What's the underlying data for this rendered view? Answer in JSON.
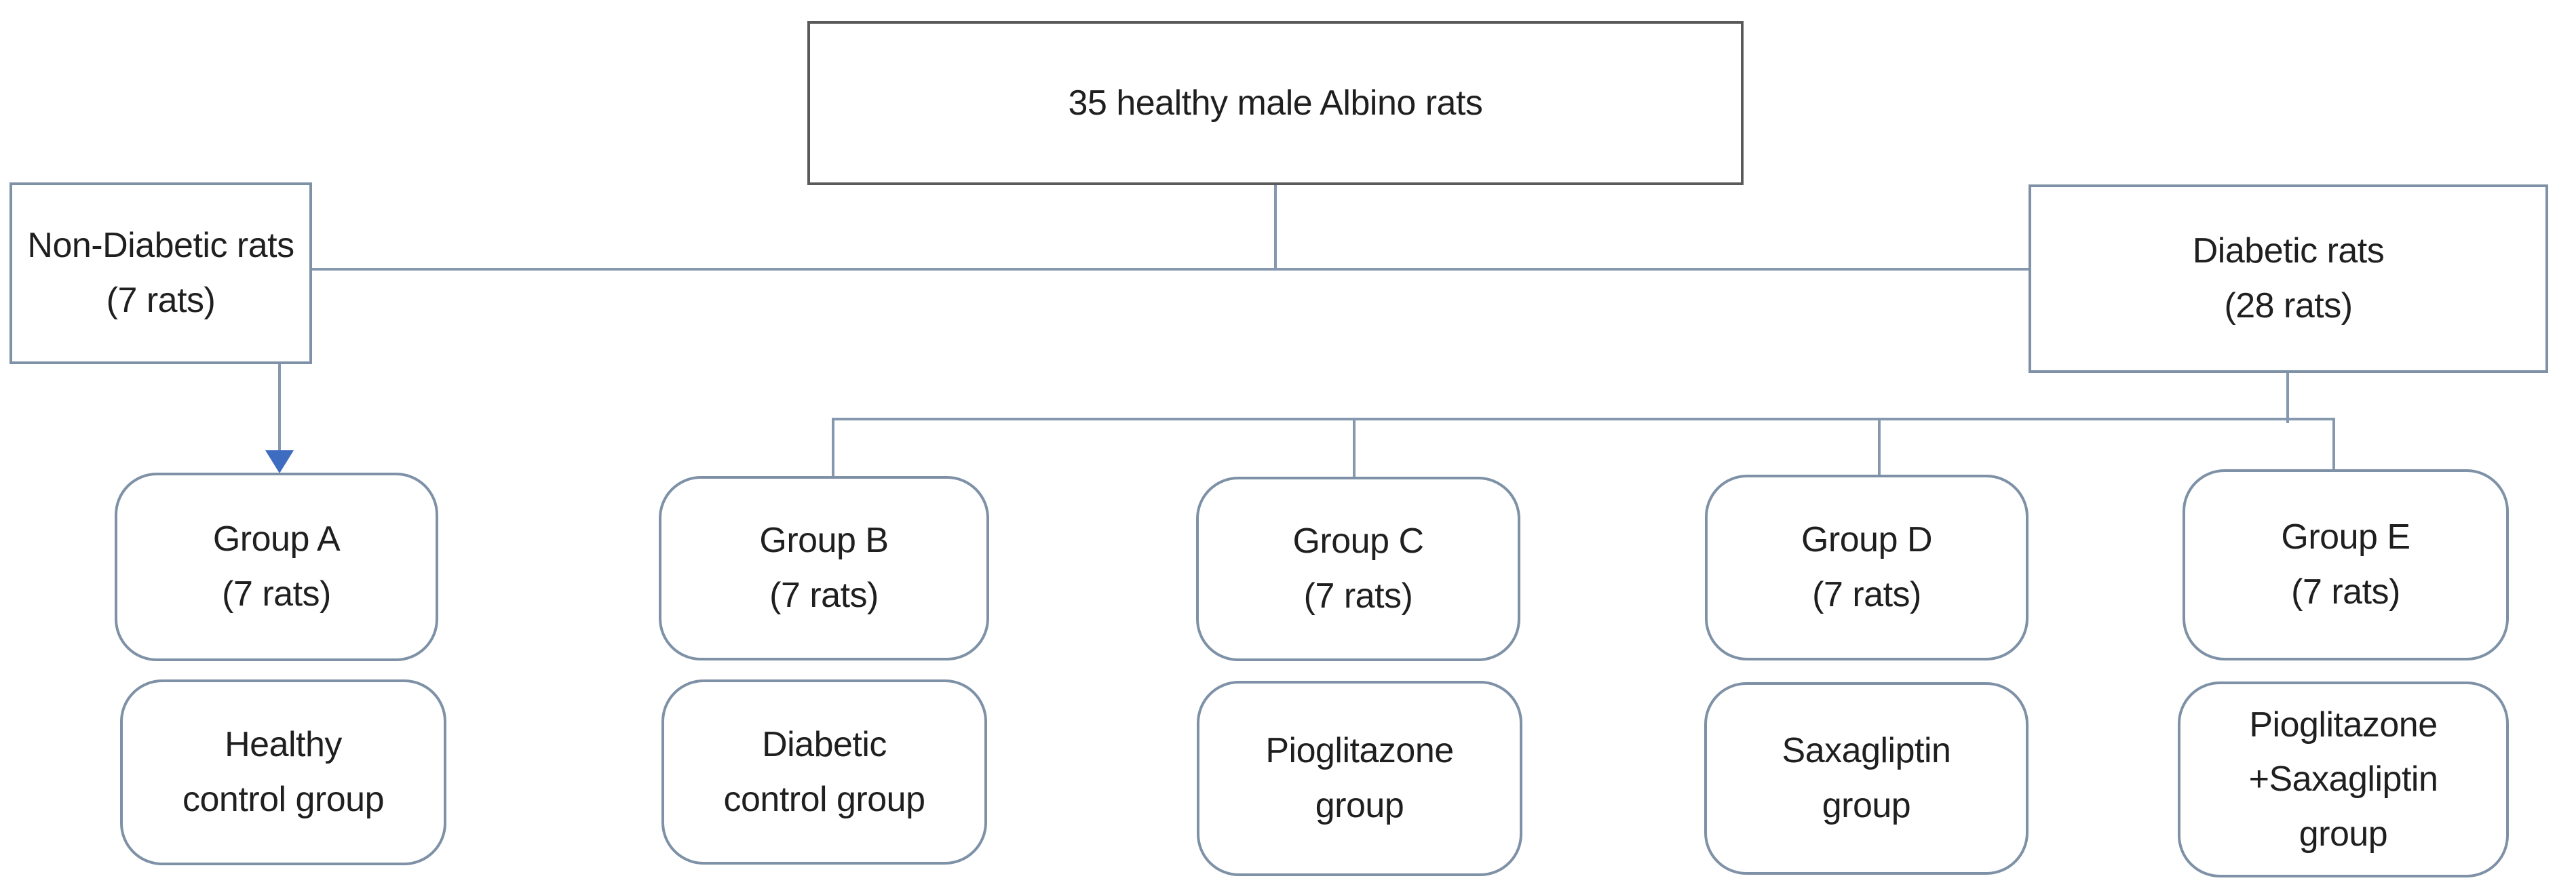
{
  "diagram": {
    "type": "study-design-flowchart",
    "colors": {
      "background": "#ffffff",
      "text": "#1f1f1f",
      "root_box_border": "#5a5a5a",
      "node_border": "#7e91a6",
      "connector": "#8598ae",
      "arrow": "#3e6cc0"
    },
    "root": {
      "label": "35 healthy male Albino rats"
    },
    "branches": [
      {
        "id": "non-diabetic",
        "title": "Non-Diabetic rats",
        "subtitle": "(7 rats)",
        "parent": "root"
      },
      {
        "id": "diabetic",
        "title": "Diabetic rats",
        "subtitle": "(28 rats)",
        "parent": "root"
      }
    ],
    "groups": [
      {
        "id": "A",
        "title": "Group A",
        "subtitle": "(7 rats)",
        "description": "Healthy\ncontrol group",
        "parent": "non-diabetic"
      },
      {
        "id": "B",
        "title": "Group B",
        "subtitle": "(7 rats)",
        "description": "Diabetic\ncontrol group",
        "parent": "diabetic"
      },
      {
        "id": "C",
        "title": "Group C",
        "subtitle": "(7 rats)",
        "description": "Pioglitazone\ngroup",
        "parent": "diabetic"
      },
      {
        "id": "D",
        "title": "Group D",
        "subtitle": "(7 rats)",
        "description": "Saxagliptin\ngroup",
        "parent": "diabetic"
      },
      {
        "id": "E",
        "title": "Group E",
        "subtitle": "(7 rats)",
        "description": "Pioglitazone\n+Saxagliptin\ngroup",
        "parent": "diabetic"
      }
    ]
  }
}
